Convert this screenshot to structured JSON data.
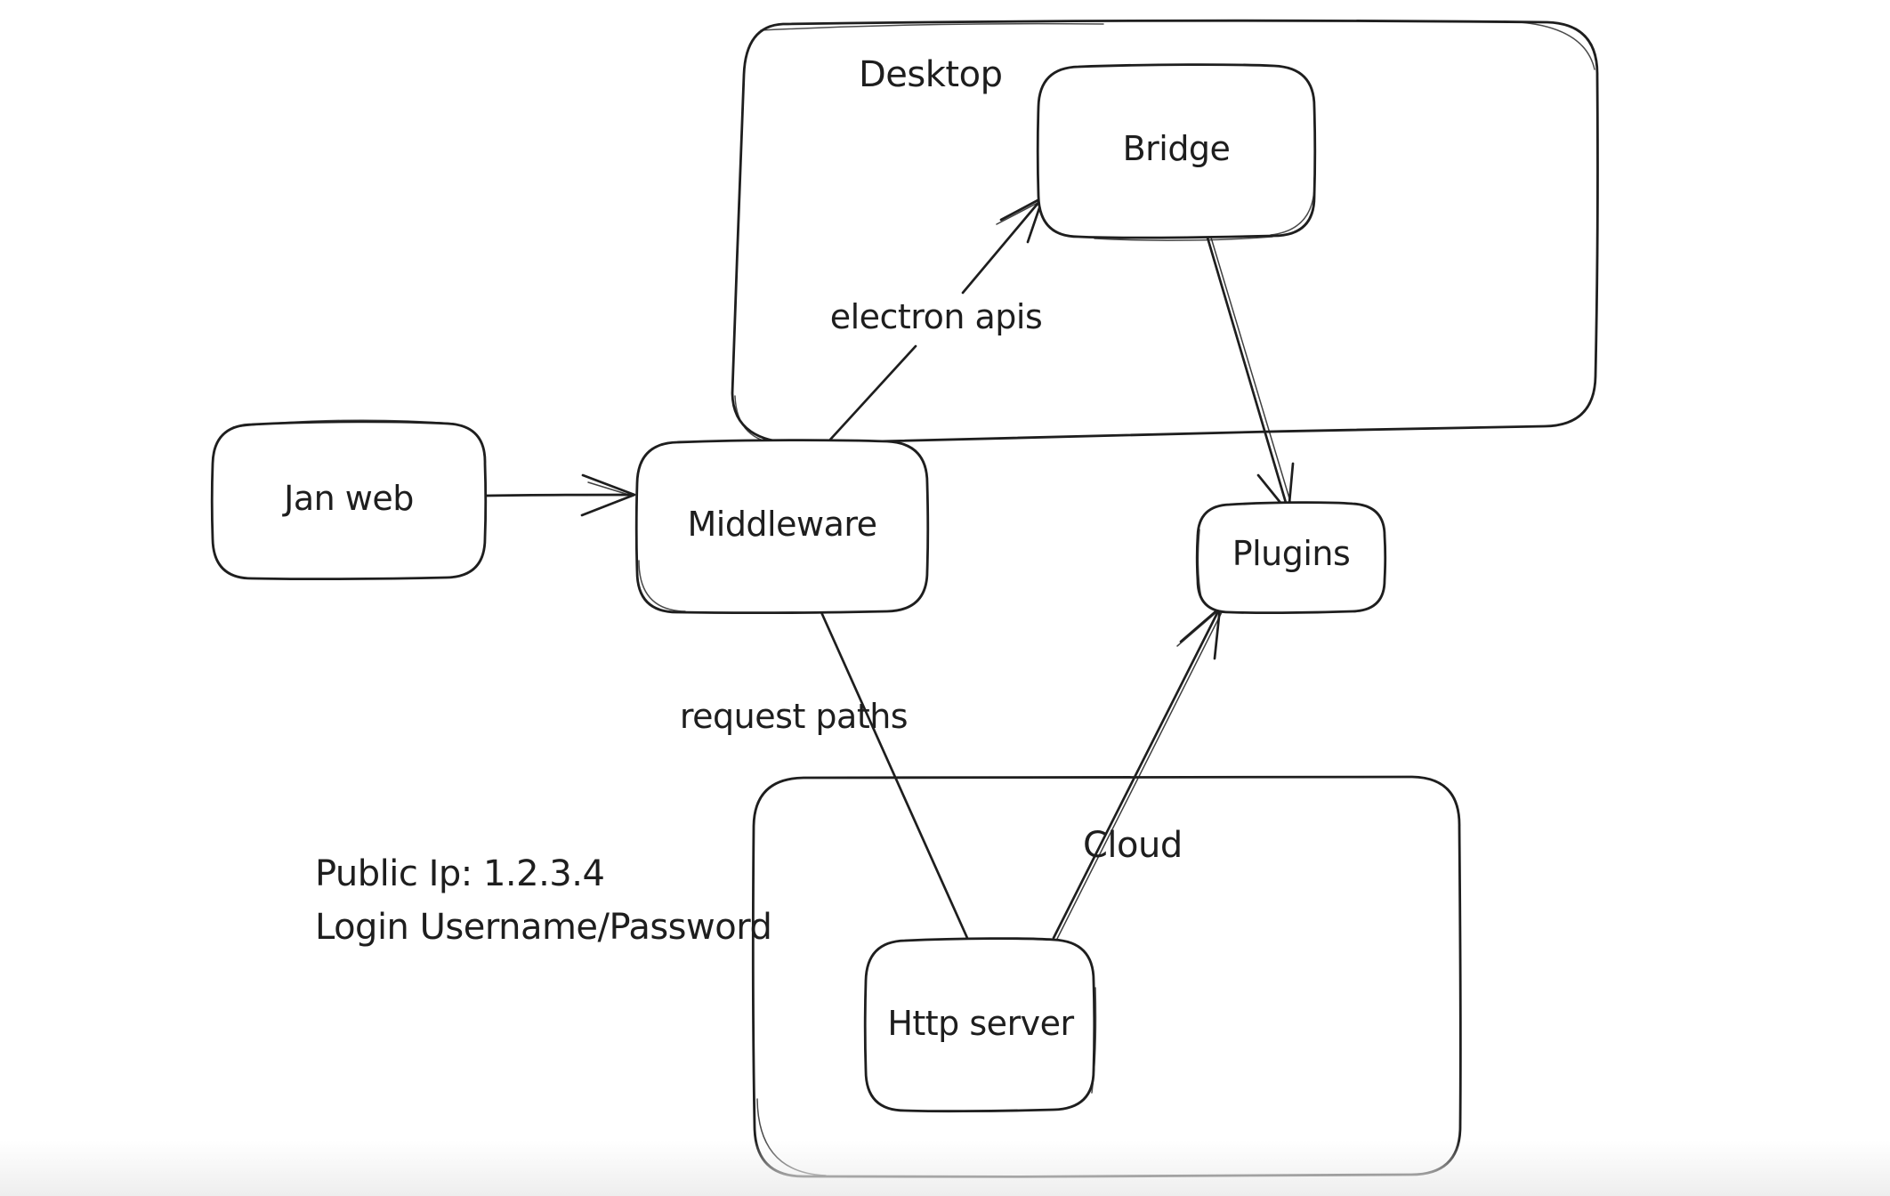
{
  "canvas": {
    "background": "#ffffff",
    "stroke_color": "#1e1e1e",
    "bottom_fade_color": "#efefef"
  },
  "diagram": {
    "containers": [
      {
        "id": "desktop",
        "label": "Desktop"
      },
      {
        "id": "cloud",
        "label": "Cloud"
      }
    ],
    "nodes": [
      {
        "id": "jan-web",
        "label": "Jan web"
      },
      {
        "id": "middleware",
        "label": "Middleware"
      },
      {
        "id": "bridge",
        "label": "Bridge"
      },
      {
        "id": "plugins",
        "label": "Plugins"
      },
      {
        "id": "http-server",
        "label": "Http server"
      }
    ],
    "edges": [
      {
        "id": "janweb-to-middleware",
        "from": "jan-web",
        "to": "middleware",
        "label": "",
        "arrowhead": true
      },
      {
        "id": "middleware-to-bridge",
        "from": "middleware",
        "to": "bridge",
        "label": "electron apis",
        "arrowhead": true
      },
      {
        "id": "bridge-to-plugins",
        "from": "bridge",
        "to": "plugins",
        "label": "",
        "arrowhead": true
      },
      {
        "id": "middleware-to-httpserver",
        "from": "middleware",
        "to": "http-server",
        "label": "request paths",
        "arrowhead": false
      },
      {
        "id": "httpserver-to-plugins",
        "from": "http-server",
        "to": "plugins",
        "label": "",
        "arrowhead": true
      }
    ],
    "annotations": {
      "line1": "Public Ip: 1.2.3.4",
      "line2": "Login Username/Password"
    }
  }
}
